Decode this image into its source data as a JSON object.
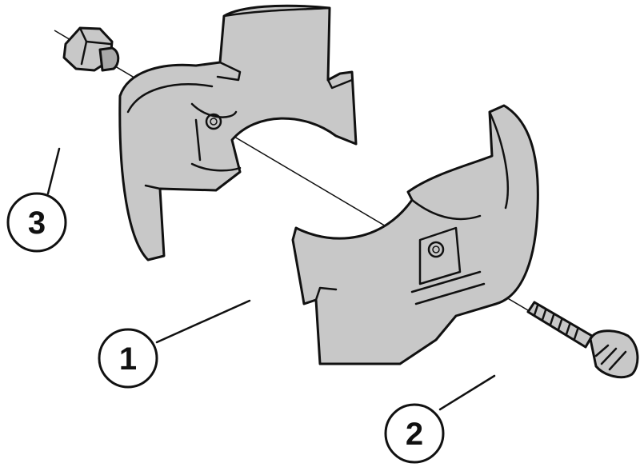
{
  "callouts": [
    {
      "id": "1",
      "label": "1"
    },
    {
      "id": "2",
      "label": "2"
    },
    {
      "id": "3",
      "label": "3"
    }
  ],
  "colors": {
    "part_fill": "#c8c8c8",
    "part_shadow": "#a9a9a9",
    "line": "#111111",
    "background": "#ffffff"
  }
}
